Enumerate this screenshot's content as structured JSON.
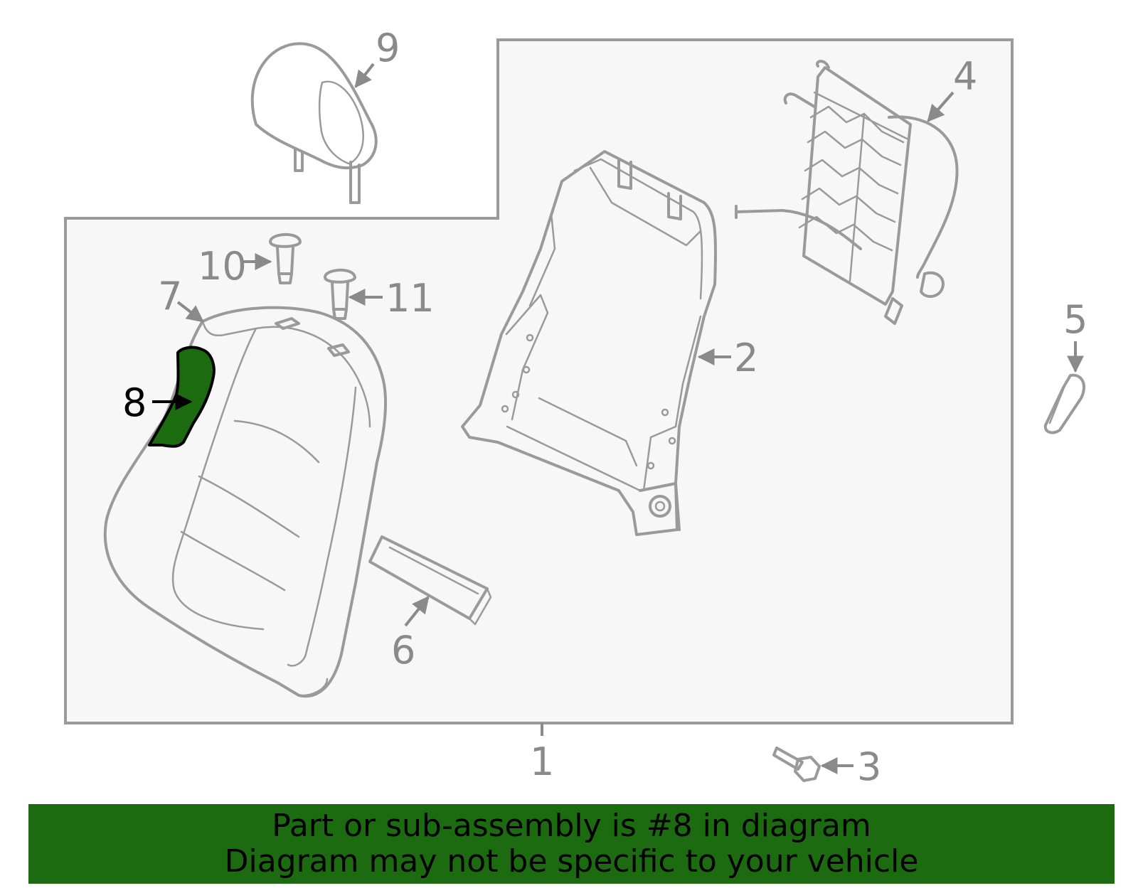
{
  "diagram": {
    "highlight_color": "#1d6b10",
    "line_color": "#9a9a9a",
    "callouts": {
      "c1": "1",
      "c2": "2",
      "c3": "3",
      "c4": "4",
      "c5": "5",
      "c6": "6",
      "c7": "7",
      "c8": "8",
      "c9": "9",
      "c10": "10",
      "c11": "11"
    }
  },
  "banner": {
    "line1": "Part or sub-assembly is #8 in diagram",
    "line2": "Diagram may not be specific to your vehicle",
    "background": "#1d6b10"
  }
}
